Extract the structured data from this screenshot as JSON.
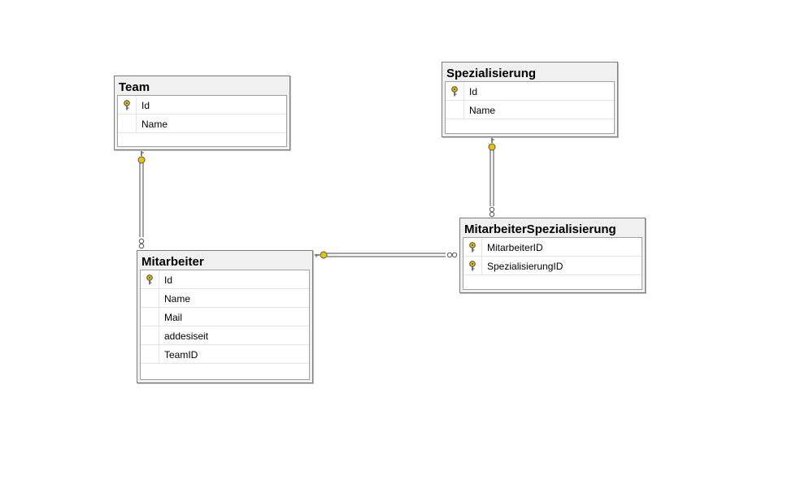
{
  "colors": {
    "key": "#e8c400",
    "line": "#4a4a4a",
    "header_bg": "#f0f0f0"
  },
  "tables": [
    {
      "name": "Team",
      "columns": [
        {
          "name": "Id",
          "pk": true
        },
        {
          "name": "Name",
          "pk": false
        }
      ]
    },
    {
      "name": "Spezialisierung",
      "columns": [
        {
          "name": "Id",
          "pk": true
        },
        {
          "name": "Name",
          "pk": false
        }
      ]
    },
    {
      "name": "Mitarbeiter",
      "columns": [
        {
          "name": "Id",
          "pk": true
        },
        {
          "name": "Name",
          "pk": false
        },
        {
          "name": "Mail",
          "pk": false
        },
        {
          "name": "addesiseit",
          "pk": false
        },
        {
          "name": "TeamID",
          "pk": false
        }
      ]
    },
    {
      "name": "MitarbeiterSpezialisierung",
      "columns": [
        {
          "name": "MitarbeiterID",
          "pk": true
        },
        {
          "name": "SpezialisierungID",
          "pk": true
        }
      ]
    }
  ],
  "relationships": [
    {
      "from": "Team",
      "to": "Mitarbeiter",
      "one_end_icon": "key-icon",
      "many_end_icon": "infinity-icon"
    },
    {
      "from": "Spezialisierung",
      "to": "MitarbeiterSpezialisierung",
      "one_end_icon": "key-icon",
      "many_end_icon": "infinity-icon"
    },
    {
      "from": "Mitarbeiter",
      "to": "MitarbeiterSpezialisierung",
      "one_end_icon": "key-icon",
      "many_end_icon": "infinity-icon"
    }
  ]
}
